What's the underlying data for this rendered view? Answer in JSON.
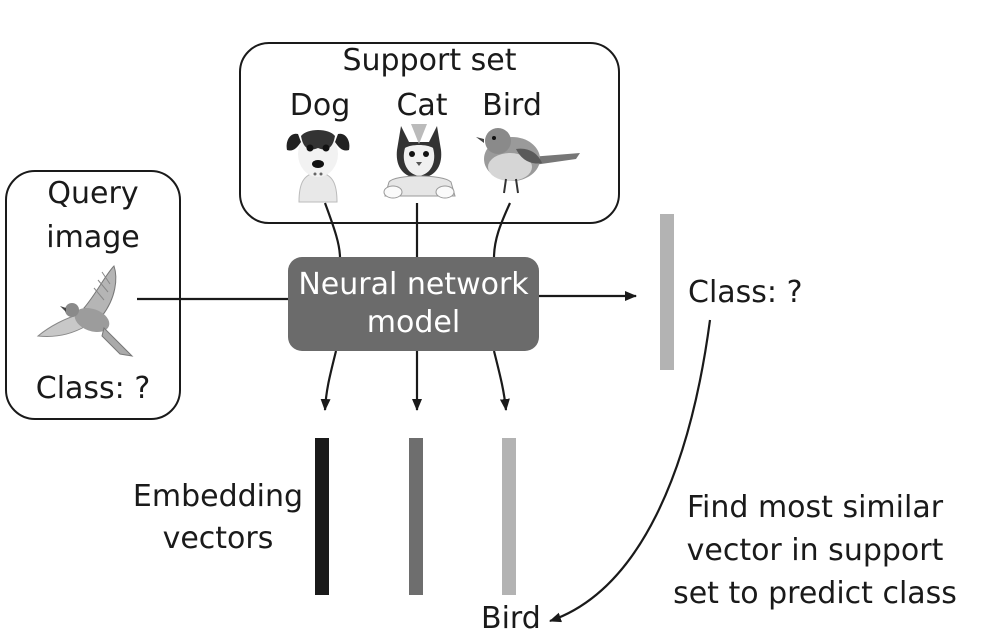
{
  "support_set": {
    "title": "Support set",
    "classes": [
      {
        "label": "Dog",
        "icon": "dog-photo"
      },
      {
        "label": "Cat",
        "icon": "cat-photo"
      },
      {
        "label": "Bird",
        "icon": "bird-photo"
      }
    ]
  },
  "query": {
    "title_line1": "Query",
    "title_line2": "image",
    "class_label": "Class: ?",
    "icon": "flying-bird-photo"
  },
  "model": {
    "line1": "Neural network",
    "line2": "model"
  },
  "query_output": {
    "class_label": "Class: ?"
  },
  "embeddings": {
    "label_line1": "Embedding",
    "label_line2": "vectors",
    "colors": [
      "#1a1a1a",
      "#6e6e6e",
      "#b3b3b3"
    ]
  },
  "query_vector_color": "#b3b3b3",
  "annotation": {
    "line1": "Find most similar",
    "line2": "vector in support",
    "line3": "set to predict class"
  },
  "prediction": {
    "label": "Bird"
  }
}
